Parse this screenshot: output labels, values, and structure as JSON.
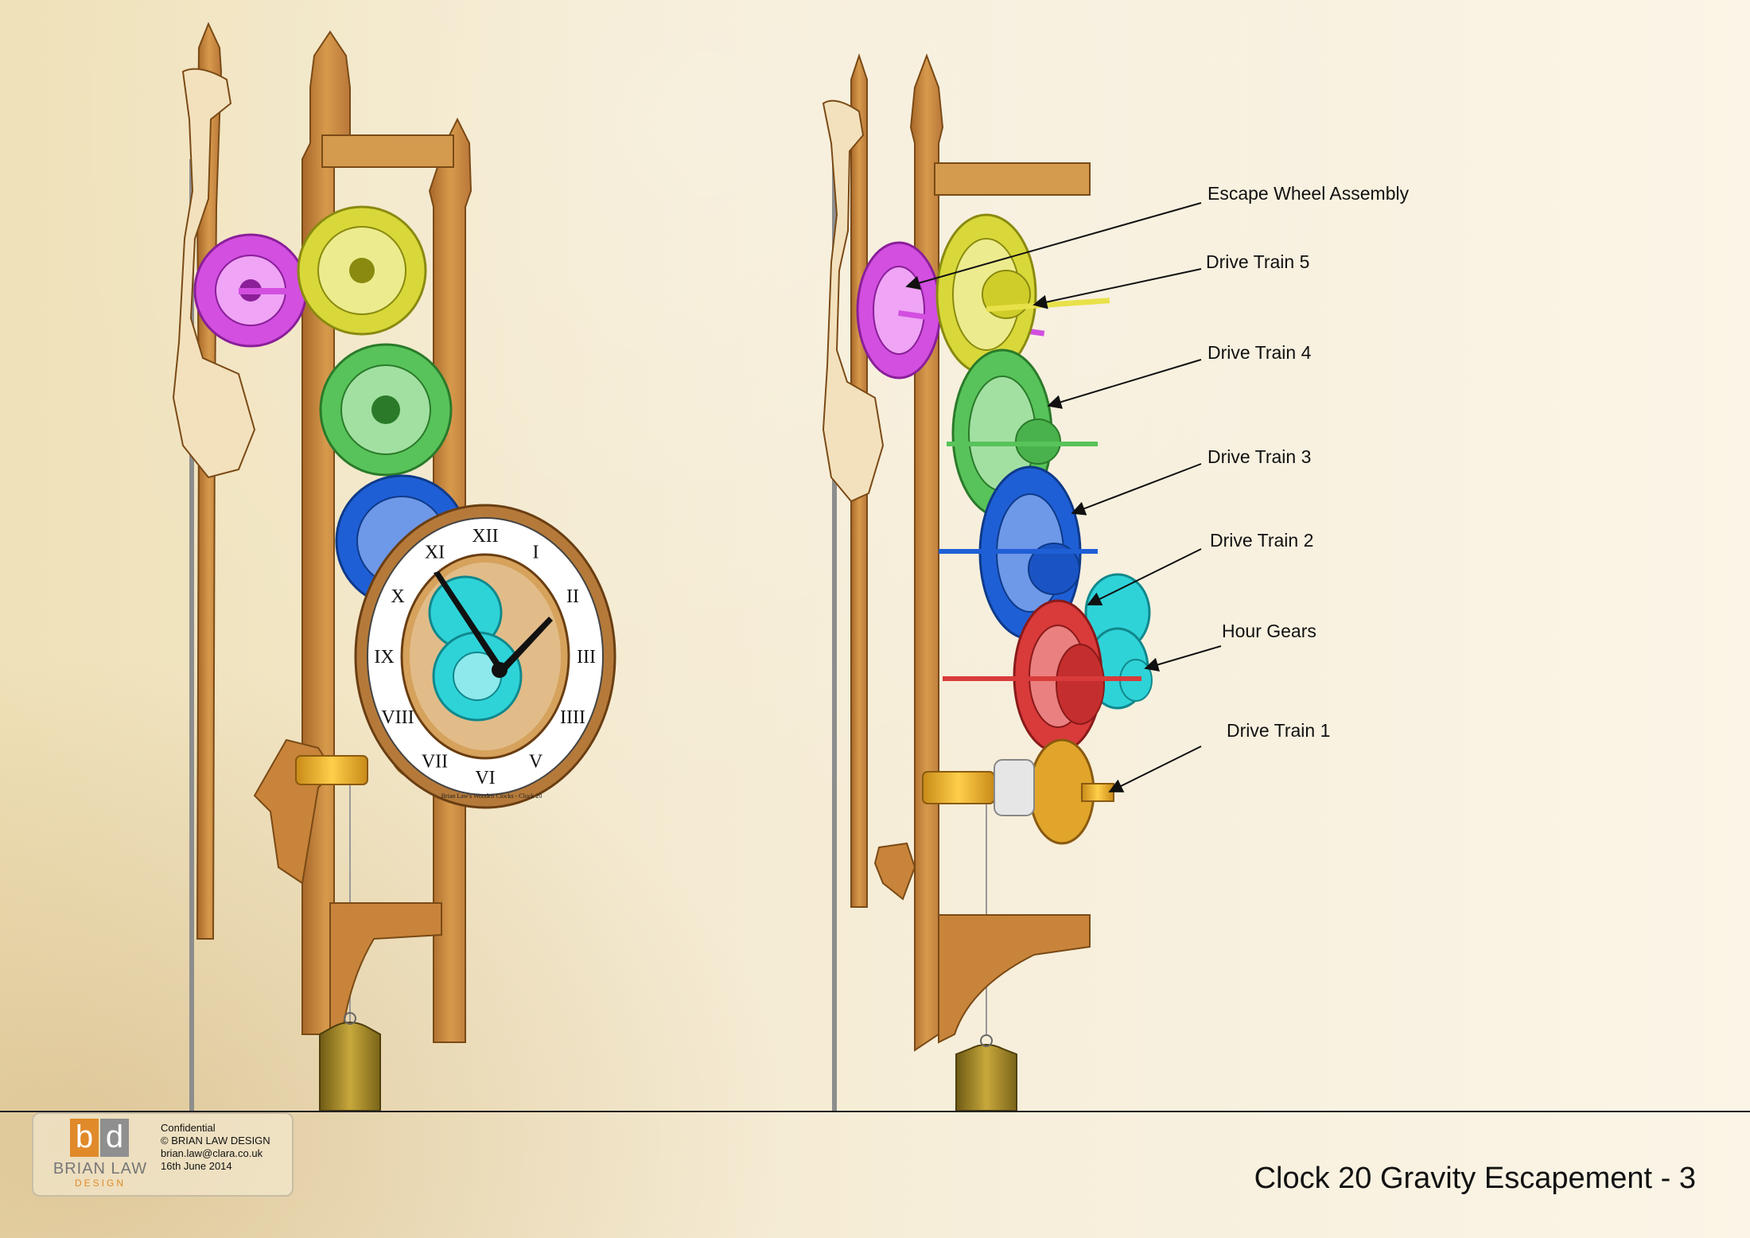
{
  "title": "Clock 20 Gravity Escapement - 3",
  "footer": {
    "logo_letters": [
      "b",
      "d"
    ],
    "logo_name": "BRIAN LAW",
    "logo_sub": "DESIGN",
    "info_lines": [
      "Confidential",
      "© BRIAN LAW DESIGN",
      "brian.law@clara.co.uk",
      "16th June 2014"
    ]
  },
  "dial": {
    "numerals": [
      "I",
      "II",
      "III",
      "IIII",
      "V",
      "VI",
      "VII",
      "VIII",
      "IX",
      "X",
      "XI",
      "XII"
    ],
    "maker_text": "Brian Law's Wooden Clocks - Clock 20"
  },
  "callouts": [
    {
      "id": "escape-wheel-assembly",
      "label": "Escape Wheel Assembly"
    },
    {
      "id": "drive-train-5",
      "label": "Drive Train 5"
    },
    {
      "id": "drive-train-4",
      "label": "Drive Train 4"
    },
    {
      "id": "drive-train-3",
      "label": "Drive Train 3"
    },
    {
      "id": "drive-train-2",
      "label": "Drive Train 2"
    },
    {
      "id": "hour-gears",
      "label": "Hour Gears"
    },
    {
      "id": "drive-train-1",
      "label": "Drive Train 1"
    }
  ],
  "colors": {
    "wood": "#c98a3c",
    "wood_dark": "#9a6224",
    "escape_wheel": "#d24fe0",
    "drive_train_5": "#d9d83a",
    "drive_train_4": "#58c35a",
    "drive_train_3": "#1f5fd6",
    "drive_train_2": "#d93a3a",
    "hour_gears": "#2ed3d8",
    "drive_train_1": "#e0a52a",
    "brass": "#a88a2a"
  }
}
